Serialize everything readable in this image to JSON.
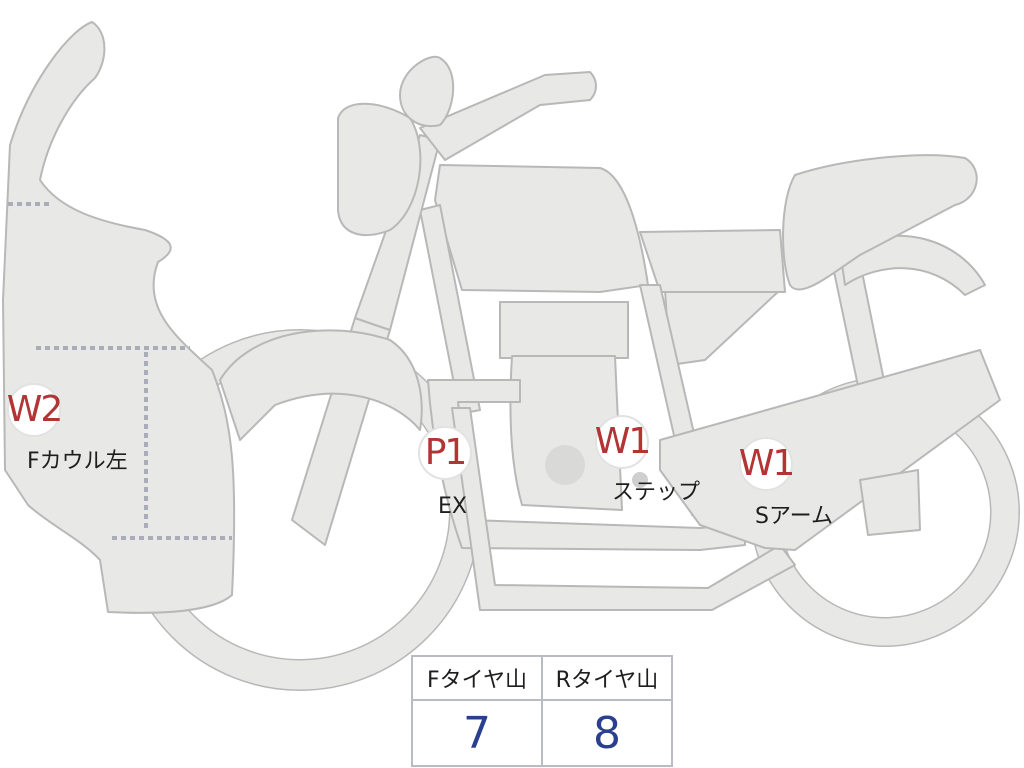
{
  "markers": {
    "fairing_left": {
      "code": "W2",
      "label": "Fカウル左"
    },
    "exhaust": {
      "code": "P1",
      "label": "EX"
    },
    "step": {
      "code": "W1",
      "label": "ステップ"
    },
    "swing_arm": {
      "code": "W1",
      "label": "Sアーム"
    }
  },
  "tread_table": {
    "headers": [
      "Fタイヤ山",
      "Rタイヤ山"
    ],
    "values": [
      "7",
      "8"
    ]
  },
  "colors": {
    "bike_fill": "#e8e8e6",
    "bike_stroke": "#b8b8b8",
    "marker_text": "#b23434",
    "value_text": "#2b3f8f",
    "grid_line": "#b9bdc3"
  }
}
